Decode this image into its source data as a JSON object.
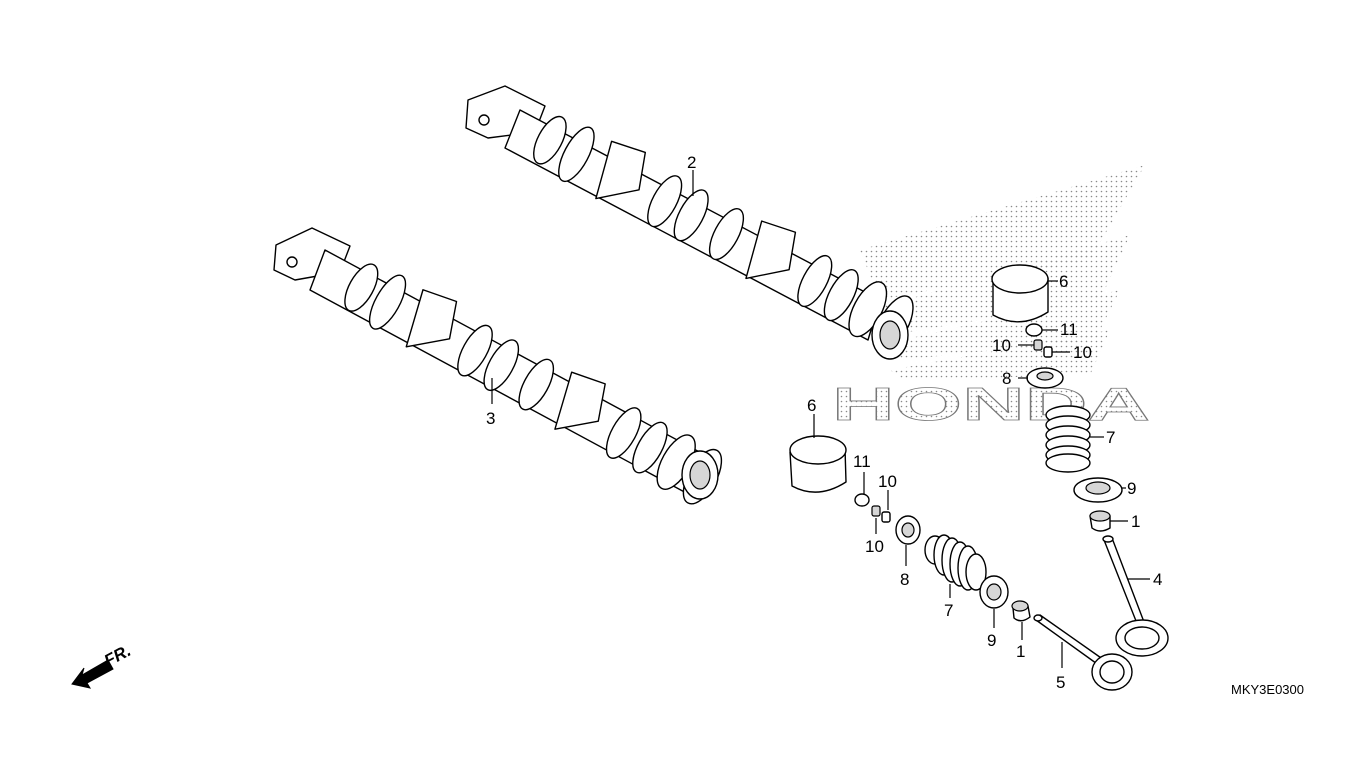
{
  "watermark": {
    "brand_text": "HONDA",
    "dot_color": "#8a8a8a"
  },
  "diagram_code": "MKY3E0300",
  "direction_label": "FR.",
  "callouts": {
    "camshaft_upper": "2",
    "camshaft_lower": "3",
    "lifter_right": "6",
    "lifter_left": "6",
    "shim_right": "11",
    "shim_left": "11",
    "cotter_right_a": "10",
    "cotter_right_b": "10",
    "cotter_left_a": "10",
    "cotter_left_b": "10",
    "retainer_right": "8",
    "retainer_left": "8",
    "spring_right": "7",
    "spring_left": "7",
    "spring_seat_right": "9",
    "spring_seat_left": "9",
    "stem_seal_right": "1",
    "stem_seal_left": "1",
    "valve_right": "4",
    "valve_left": "5"
  }
}
